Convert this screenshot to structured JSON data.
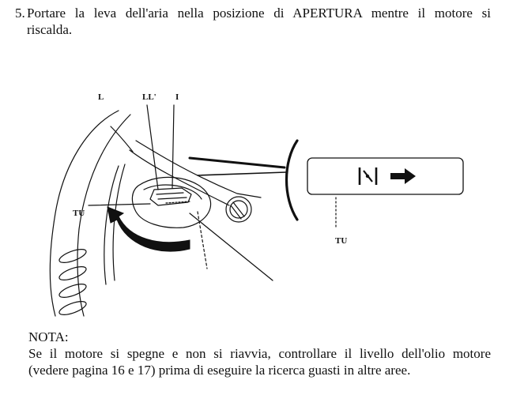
{
  "step": {
    "number": "5.",
    "line1": "Portare la leva dell'aria nella posizione di APERTURA mentre il motore si",
    "line2": "riscalda."
  },
  "figure": {
    "labels": {
      "l": "L",
      "ll": "LL'",
      "i": "I",
      "tu_left": "TU",
      "tu_right": "TU"
    },
    "icons": [
      "choke-symbol-icon",
      "arrow-right-icon"
    ]
  },
  "note": {
    "title": "NOTA:",
    "line1": "Se il motore si spegne e non si riavvia, controllare il livello dell'olio motore",
    "line2": "(vedere pagina 16 e 17) prima di eseguire la ricerca guasti in altre aree."
  }
}
